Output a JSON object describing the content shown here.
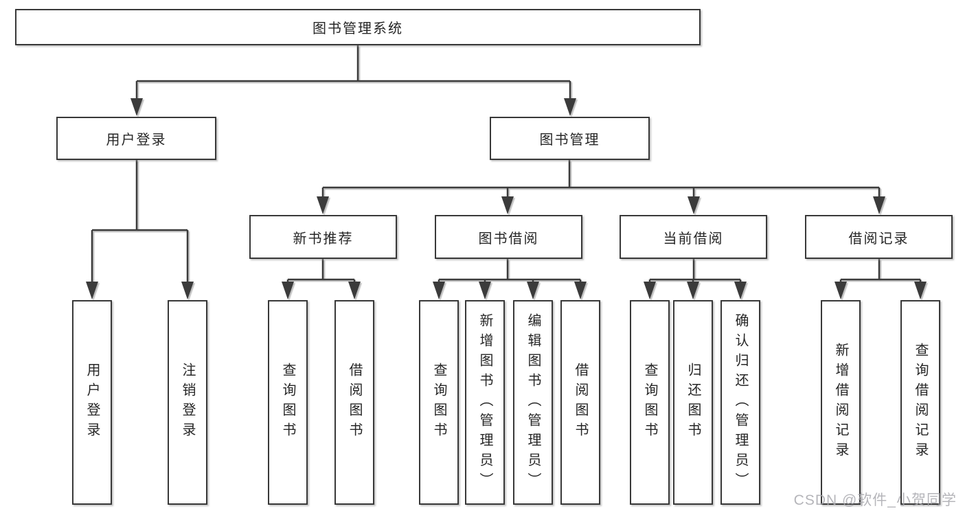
{
  "diagram": {
    "root": {
      "label": "图书管理系统"
    },
    "level2": [
      {
        "label": "用户登录"
      },
      {
        "label": "图书管理"
      }
    ],
    "level3": [
      {
        "label": "新书推荐"
      },
      {
        "label": "图书借阅"
      },
      {
        "label": "当前借阅"
      },
      {
        "label": "借阅记录"
      }
    ],
    "leaves": {
      "login": [
        "用户登录",
        "注销登录"
      ],
      "new_books": [
        "查询图书",
        "借阅图书"
      ],
      "borrow": [
        "查询图书",
        "新增图书（管理员）",
        "编辑图书（管理员）",
        "借阅图书"
      ],
      "current": [
        "查询图书",
        "归还图书",
        "确认归还（管理员）"
      ],
      "records": [
        "新增借阅记录",
        "查询借阅记录"
      ]
    }
  },
  "watermark": "CSDN @软件_小贺同学",
  "colors": {
    "line": "#3a3a3a",
    "text": "#262626",
    "watermark": "#a9a9ae",
    "background": "#ffffff"
  }
}
